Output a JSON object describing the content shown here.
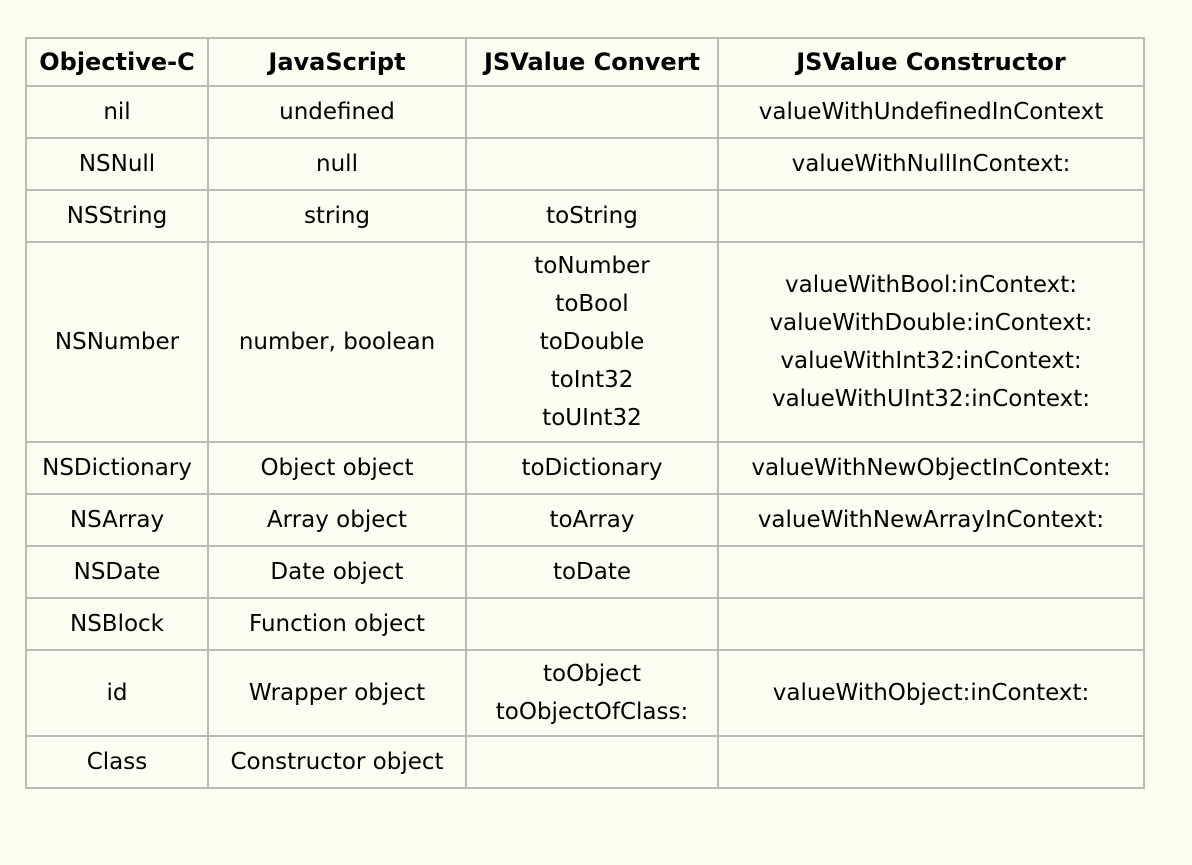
{
  "page": {
    "background_color": "#FDFDEF",
    "cell_background_color": "#FDFDF2",
    "border_color": "#BBBBB4",
    "text_color": "#000000"
  },
  "table": {
    "columns": [
      "Objective-C",
      "JavaScript",
      "JSValue Convert",
      "JSValue Constructor"
    ],
    "rows": [
      {
        "objc": "nil",
        "js": "undefined",
        "convert": [],
        "constructor": [
          "valueWithUndefinedInContext"
        ]
      },
      {
        "objc": "NSNull",
        "js": "null",
        "convert": [],
        "constructor": [
          "valueWithNullInContext:"
        ]
      },
      {
        "objc": "NSString",
        "js": "string",
        "convert": [
          "toString"
        ],
        "constructor": []
      },
      {
        "objc": "NSNumber",
        "js": "number, boolean",
        "convert": [
          "toNumber",
          "toBool",
          "toDouble",
          "toInt32",
          "toUInt32"
        ],
        "constructor": [
          "valueWithBool:inContext:",
          "valueWithDouble:inContext:",
          "valueWithInt32:inContext:",
          "valueWithUInt32:inContext:"
        ]
      },
      {
        "objc": "NSDictionary",
        "js": "Object object",
        "convert": [
          "toDictionary"
        ],
        "constructor": [
          "valueWithNewObjectInContext:"
        ]
      },
      {
        "objc": "NSArray",
        "js": "Array object",
        "convert": [
          "toArray"
        ],
        "constructor": [
          "valueWithNewArrayInContext:"
        ]
      },
      {
        "objc": "NSDate",
        "js": "Date object",
        "convert": [
          "toDate"
        ],
        "constructor": []
      },
      {
        "objc": "NSBlock",
        "js": "Function object",
        "convert": [],
        "constructor": []
      },
      {
        "objc": "id",
        "js": "Wrapper object",
        "convert": [
          "toObject",
          "toObjectOfClass:"
        ],
        "constructor": [
          "valueWithObject:inContext:"
        ]
      },
      {
        "objc": "Class",
        "js": "Constructor object",
        "convert": [],
        "constructor": []
      }
    ]
  }
}
